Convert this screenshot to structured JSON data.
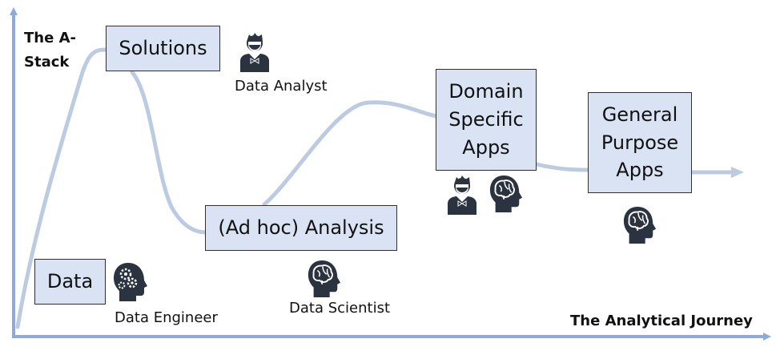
{
  "axes": {
    "y_label": "The A-Stack",
    "x_label": "The Analytical Journey"
  },
  "stages": {
    "data": "Data",
    "solutions": "Solutions",
    "analysis": "(Ad hoc) Analysis",
    "domain_apps": "Domain Specific Apps",
    "general_apps": "General Purpose Apps"
  },
  "roles": {
    "data_engineer": "Data Engineer",
    "data_analyst": "Data Analyst",
    "data_scientist": "Data Scientist"
  },
  "colors": {
    "axis": "#8eaadb",
    "curve": "#bccbe1",
    "box_fill": "#dae3f3",
    "icon": "#2b3340"
  },
  "icons": [
    "brain-gears-head-icon",
    "person-bowtie-icon",
    "brain-head-icon"
  ]
}
